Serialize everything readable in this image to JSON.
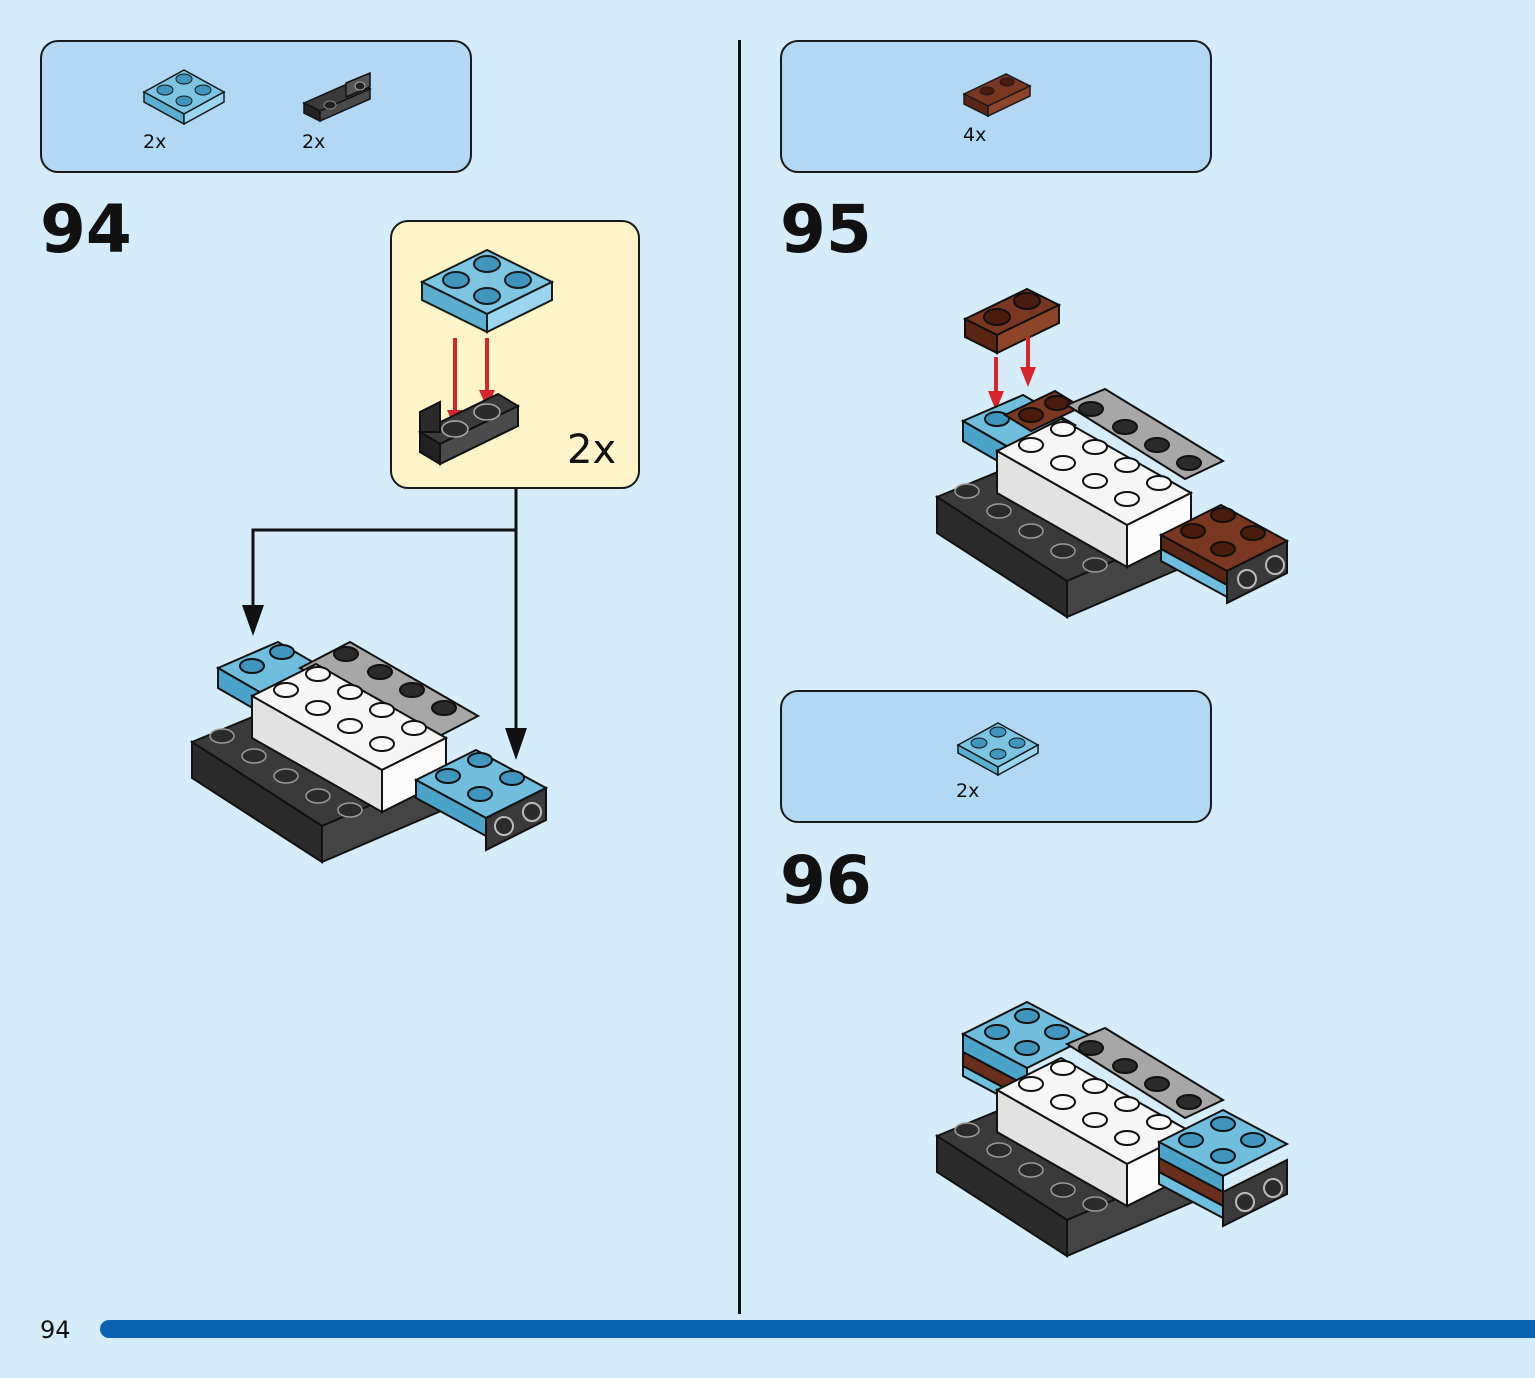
{
  "page_number": "94",
  "colors": {
    "background": "#d5ecfb",
    "parts_box": "#b3d8f4",
    "sub_assembly_box": "#fdf4c8",
    "page_bar": "#0a62b3",
    "arrow_red": "#d8262e",
    "brick_light_blue": "#6fbedd",
    "brick_black": "#2b2b2b",
    "brick_white": "#f4f4f4",
    "brick_gray": "#a7a7a7",
    "brick_brown": "#6a2f1a"
  },
  "steps": [
    {
      "number": "94",
      "parts": [
        {
          "icon": "light-blue-plate-2x2-icon",
          "qty": "2x"
        },
        {
          "icon": "black-bracket-plate-icon",
          "qty": "2x"
        }
      ],
      "sub_assembly": {
        "qty": "2x"
      }
    },
    {
      "number": "95",
      "parts": [
        {
          "icon": "brown-plate-1x2-icon",
          "qty": "4x"
        }
      ]
    },
    {
      "number": "96",
      "parts": [
        {
          "icon": "light-blue-plate-2x2-icon",
          "qty": "2x"
        }
      ]
    }
  ]
}
